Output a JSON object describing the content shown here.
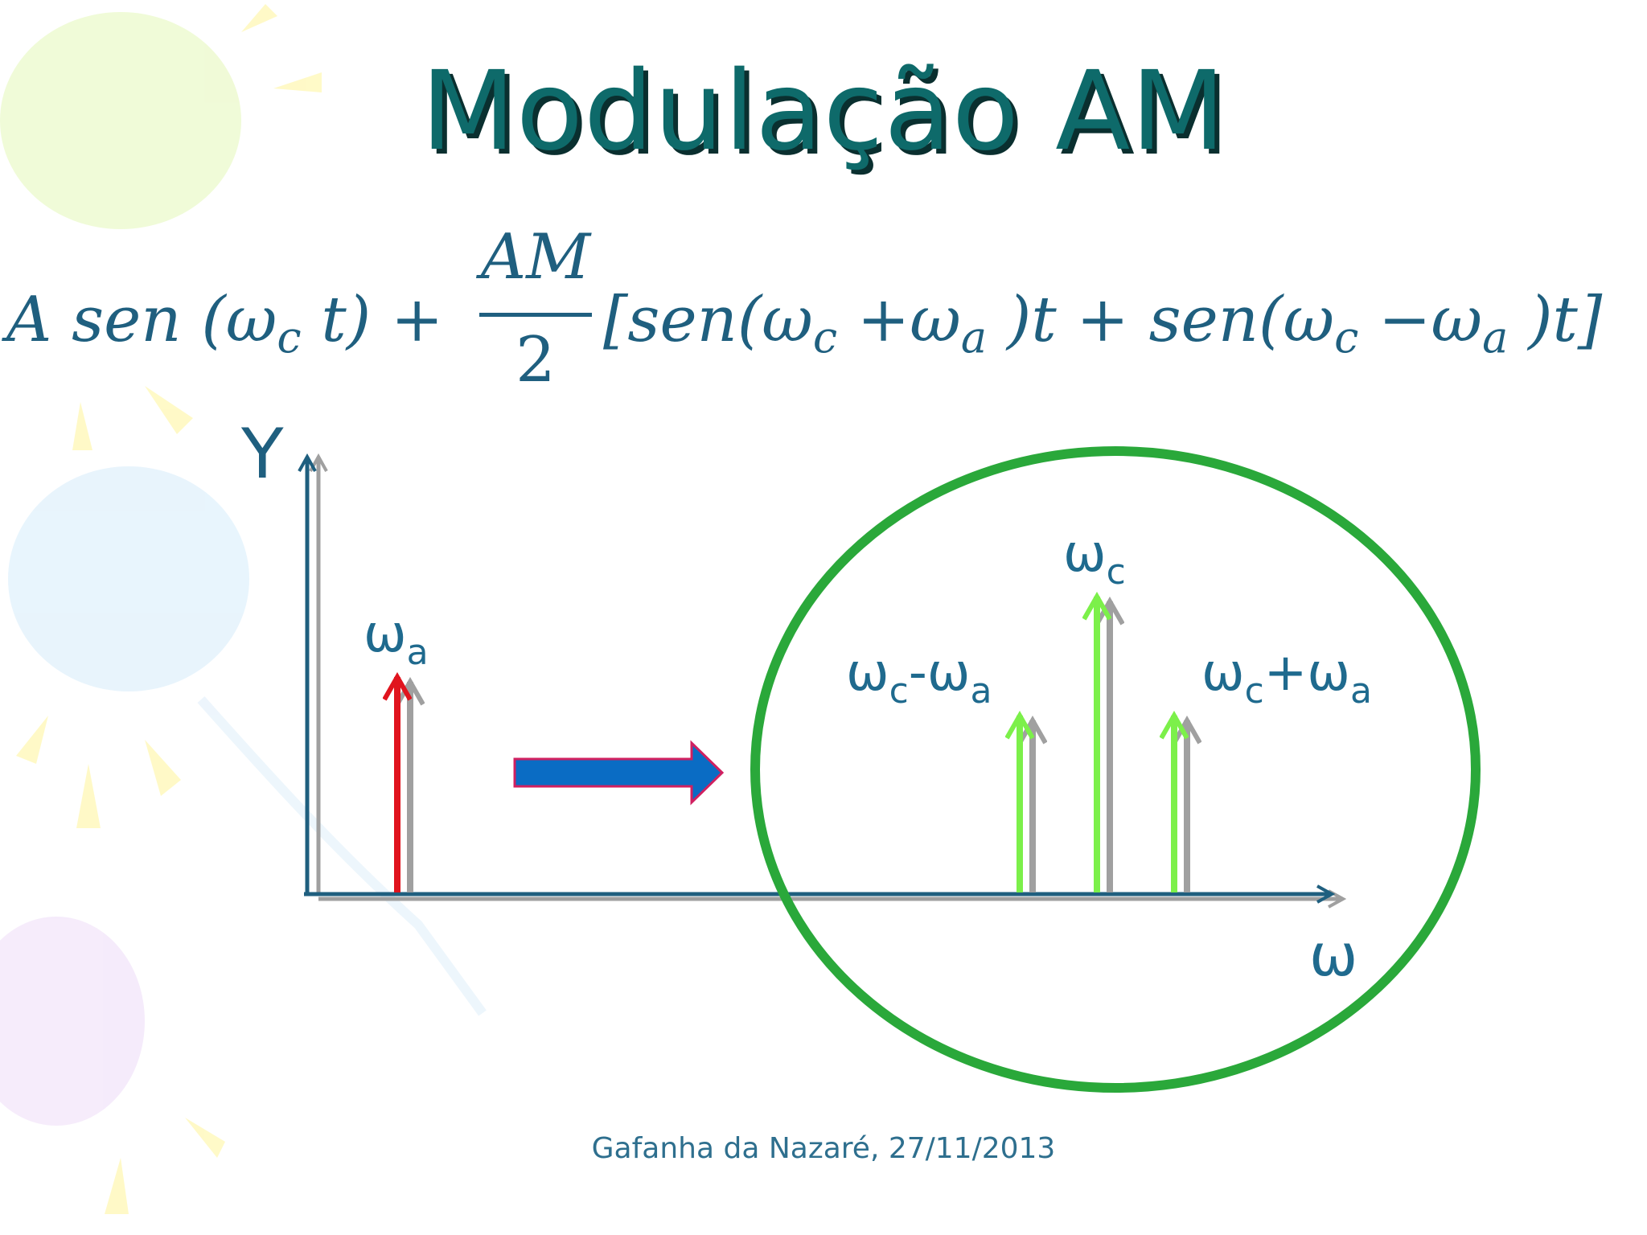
{
  "title": "Modulação AM",
  "formula": {
    "term1": "A sen (ω",
    "term1_sub": "c",
    "term1_end": " t) +",
    "frac_num": "AM",
    "frac_den": "2",
    "bracket_a": "[sen(ω",
    "bracket_a_sub1": "c",
    "bracket_a_mid": " +ω",
    "bracket_a_sub2": "a",
    "bracket_a_end": " )t + sen(ω",
    "bracket_b_sub1": "c",
    "bracket_b_mid": " −ω",
    "bracket_b_sub2": "a",
    "bracket_b_end": " )t]"
  },
  "axes": {
    "y_label": "Y",
    "x_label": "ω"
  },
  "signals": {
    "modulating": {
      "label": "ω",
      "sub": "a",
      "color": "#e0141e"
    },
    "lower_sideband": {
      "label_a": "ω",
      "sub_a": "c",
      "label_b": "-ω",
      "sub_b": "a",
      "color": "#7cf04a"
    },
    "carrier": {
      "label": "ω",
      "sub": "c",
      "color": "#7cf04a"
    },
    "upper_sideband": {
      "label_a": "ω",
      "sub_a": "c",
      "label_b": "+ω",
      "sub_b": "a",
      "color": "#7cf04a"
    }
  },
  "colors": {
    "title": "#0e6a6a",
    "axis": "#1f5f7f",
    "ellipse": "#2aa83a",
    "arrow_fill": "#0a6cc4",
    "arrow_stroke": "#d02060",
    "shadow": "#a0a0a0"
  },
  "footer": "Gafanha da Nazaré, 27/11/2013"
}
